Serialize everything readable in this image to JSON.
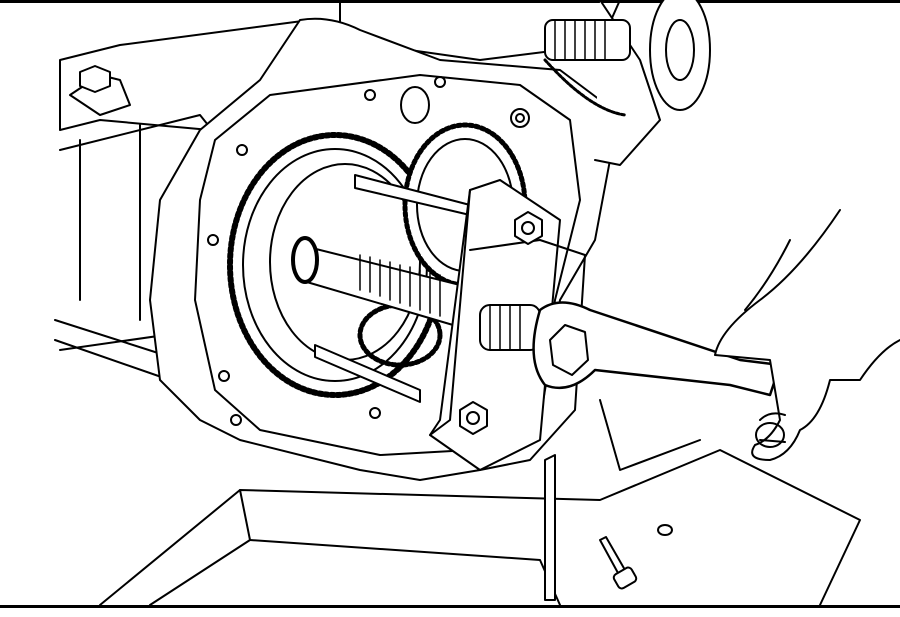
{
  "illustration": {
    "subject": "gear-puller-removal",
    "colors": {
      "line": "#000000",
      "fill": "#ffffff"
    },
    "components": [
      "engine-case",
      "ring-gear",
      "idler-gear",
      "puller-plate",
      "puller-screw",
      "socket-wrench",
      "hand",
      "support-stand",
      "pin"
    ]
  }
}
